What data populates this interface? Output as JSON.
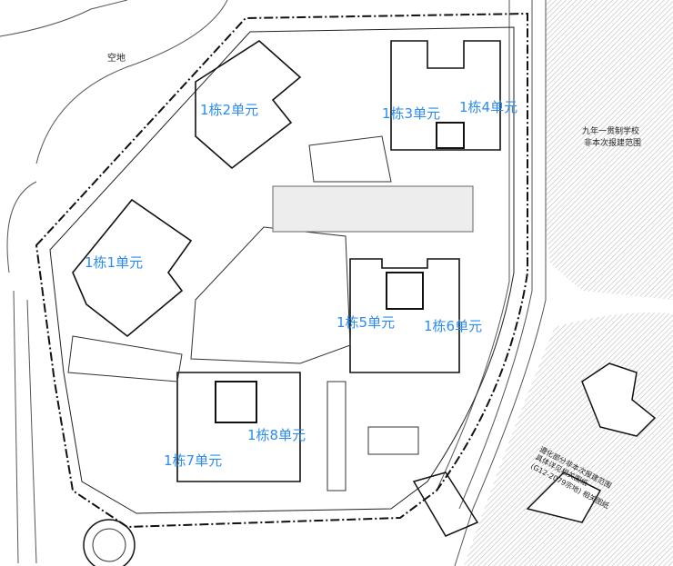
{
  "labels": {
    "vacant_land": "空地",
    "school_line1": "九年一贯制学校",
    "school_line2": "非本次报建范围",
    "southeast_line1": "遵化部分非本次报建范围",
    "southeast_line2": "具体详见相关图纸",
    "southeast_line3": "(G12-2079宗地) 相关图纸"
  },
  "units": [
    "1栋1单元",
    "1栋2单元",
    "1栋3单元",
    "1栋4单元",
    "1栋5单元",
    "1栋6单元",
    "1栋7单元",
    "1栋8单元"
  ],
  "colors": {
    "unit_label": "#2a8cf0",
    "line": "#111111",
    "hatch": "#bdbdbd"
  }
}
